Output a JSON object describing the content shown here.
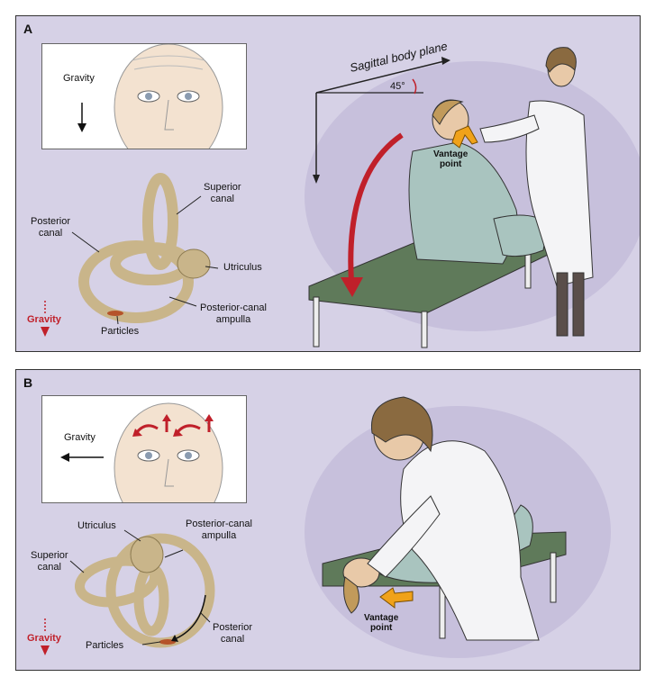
{
  "panelA": {
    "letter": "A",
    "face_gravity": "Gravity",
    "sagittal_plane": "Sagittal body plane",
    "angle": "45°",
    "vantage_line1": "Vantage",
    "vantage_line2": "point",
    "superior_line1": "Superior",
    "superior_line2": "canal",
    "posterior_line1": "Posterior",
    "posterior_line2": "canal",
    "utriculus": "Utriculus",
    "ampulla_line1": "Posterior-canal",
    "ampulla_line2": "ampulla",
    "particles": "Particles",
    "gravity_red": "Gravity"
  },
  "panelB": {
    "letter": "B",
    "face_gravity": "Gravity",
    "utriculus": "Utriculus",
    "ampulla_line1": "Posterior-canal",
    "ampulla_line2": "ampulla",
    "superior_line1": "Superior",
    "superior_line2": "canal",
    "posterior_line1": "Posterior",
    "posterior_line2": "canal",
    "particles": "Particles",
    "gravity_red": "Gravity",
    "vantage_line1": "Vantage",
    "vantage_line2": "point"
  },
  "colors": {
    "panel_bg": "#d6d1e6",
    "canal": "#c9b58a",
    "gravity_arrow": "#c0202a",
    "vantage_arrow": "#f0a21a",
    "table_top": "#5f7a5a",
    "coat": "#f4f4f6",
    "gown": "#a9c4bf"
  },
  "icons": [
    "gravity-arrow-icon",
    "vantage-arrow-icon",
    "rotation-arrow-icon"
  ]
}
